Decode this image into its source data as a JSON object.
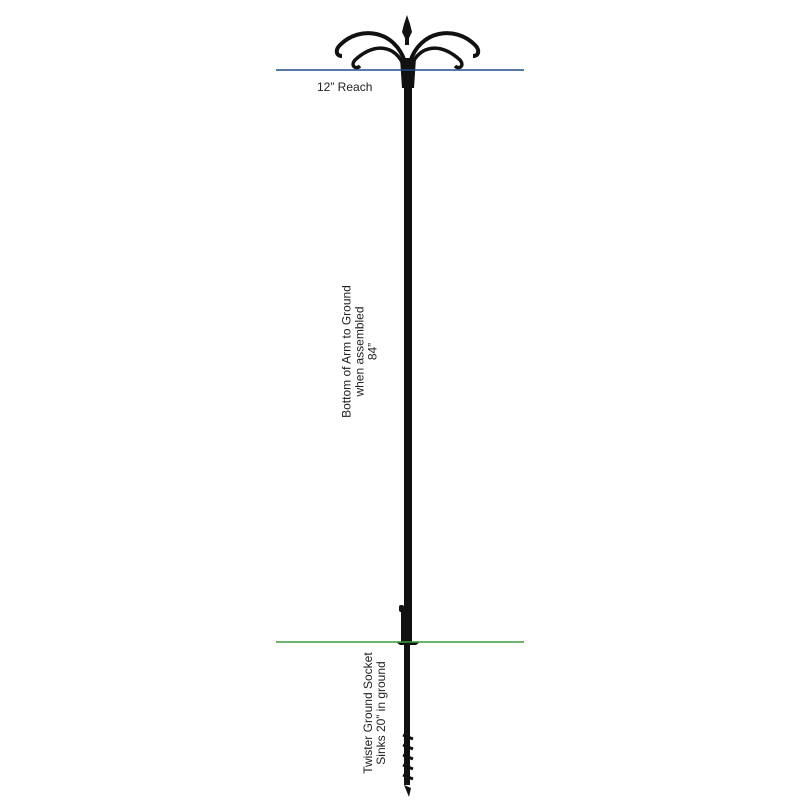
{
  "diagram": {
    "product": "Double shepherd hook pole with twister ground socket",
    "colors": {
      "background": "#ffffff",
      "pole": "#111111",
      "reach_line": "#1f4e8c",
      "ground_line": "#3d9a3d",
      "text": "#222222"
    },
    "reach": {
      "label": "12” Reach"
    },
    "arm_to_ground": {
      "line1": "Bottom of Arm to Ground",
      "line2": "when assembled",
      "line3": "84”"
    },
    "ground_socket": {
      "line1": "Twister Ground Socket",
      "line2": "Sinks 20” in ground"
    }
  }
}
